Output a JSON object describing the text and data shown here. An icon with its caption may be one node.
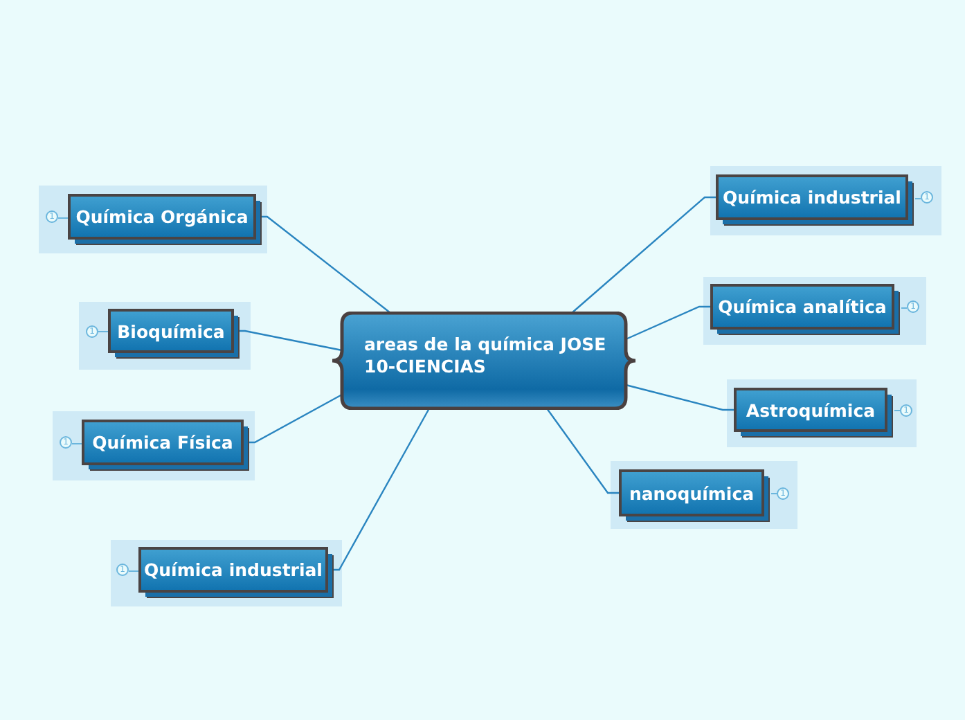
{
  "diagram": {
    "nodes": [
      {
        "text": [
          "areas de la química JOSE 10-CIENCIAS"
        ]
      },
      {
        "text": [
          "Química Orgánica"
        ],
        "beside": [
          "1"
        ]
      },
      {
        "text": [
          "Bioquímica"
        ],
        "beside": [
          "1"
        ]
      },
      {
        "text": [
          "Química Física"
        ],
        "beside": [
          "1"
        ]
      },
      {
        "text": [
          "Química industrial"
        ],
        "beside": [
          "1"
        ]
      },
      {
        "text": [
          "Química industrial"
        ],
        "beside": [
          "1"
        ]
      },
      {
        "text": [
          "Química analítica"
        ],
        "beside": [
          "1"
        ]
      },
      {
        "text": [
          "Astroquímica"
        ],
        "beside": [
          "1"
        ]
      },
      {
        "text": [
          "nanoquímica"
        ],
        "beside": [
          "1"
        ]
      }
    ],
    "edges": [
      {
        "from": 1,
        "to": 0,
        "arrow": "none"
      },
      {
        "from": 2,
        "to": 0,
        "arrow": "none"
      },
      {
        "from": 3,
        "to": 0,
        "arrow": "none"
      },
      {
        "from": 4,
        "to": 0,
        "arrow": "none"
      },
      {
        "from": 5,
        "to": 0,
        "arrow": "none"
      },
      {
        "from": 6,
        "to": 0,
        "arrow": "none"
      },
      {
        "from": 7,
        "to": 0,
        "arrow": "none"
      },
      {
        "from": 8,
        "to": 0,
        "arrow": "none"
      }
    ]
  }
}
